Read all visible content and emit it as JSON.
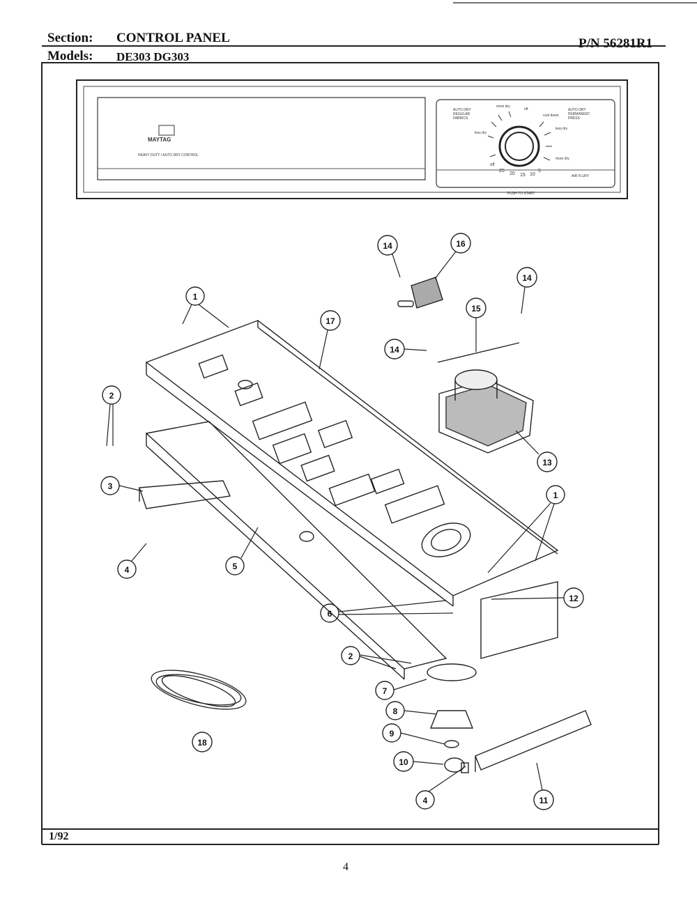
{
  "header": {
    "section_label": "Section:",
    "section_value": "CONTROL PANEL",
    "models_label": "Models:",
    "models_value": "DE303  DG303",
    "part_number": "P/N 56281R1"
  },
  "panel": {
    "brand": "MAYTAG",
    "subtitle": "HEAVY DUTY / AUTO DRY CONTROL",
    "dial_left_title": "AUTO DRY REGULAR FABRICS",
    "dial_right_title": "AUTO DRY PERMANENT PRESS",
    "dial_marks": [
      "more dry",
      "off",
      "cool down",
      "less dry",
      "less dry",
      "more dry"
    ],
    "dial_numbers": [
      "off",
      "25",
      "20",
      "15",
      "10",
      "5"
    ],
    "air_fluff": "AIR FLUFF",
    "push_to_start": "PUSH TO START"
  },
  "callouts": [
    "1",
    "1",
    "2",
    "2",
    "3",
    "4",
    "4",
    "5",
    "6",
    "7",
    "8",
    "9",
    "10",
    "11",
    "12",
    "13",
    "14",
    "14",
    "14",
    "15",
    "16",
    "17",
    "18"
  ],
  "footer": {
    "date": "1/92",
    "page_number": "4"
  }
}
